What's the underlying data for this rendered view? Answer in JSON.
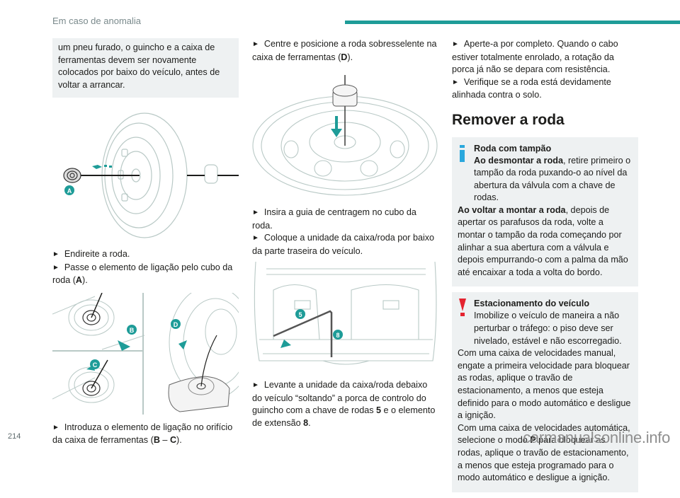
{
  "header": {
    "section_title": "Em caso de anomalia",
    "accent_color": "#1e9c98"
  },
  "column1": {
    "intro_box": "um pneu furado, o guincho e a caixa de ferramentas devem ser novamente colocados por baixo do veículo, antes de voltar a arrancar.",
    "figure1_label": "A",
    "step1": "Endireite a roda.",
    "step2_prefix": "Passe o elemento de ligação pelo cubo da roda (",
    "step2_bold": "A",
    "step2_suffix": ").",
    "figure2_labels": [
      "B",
      "C",
      "D"
    ],
    "step3_prefix": "Introduza o elemento de ligação no orifício da caixa de ferramentas (",
    "step3_bold1": "B",
    "step3_sep": " – ",
    "step3_bold2": "C",
    "step3_suffix": ")."
  },
  "column2": {
    "step1_prefix": "Centre e posicione a roda sobresselente na caixa de ferramentas (",
    "step1_bold": "D",
    "step1_suffix": ").",
    "step2": "Insira a guia de centragem no cubo da roda.",
    "step3": "Coloque a unidade da caixa/roda por baixo da parte traseira do veículo.",
    "figure2_labels": [
      "5",
      "8"
    ],
    "step4_prefix": "Levante a unidade da caixa/roda debaixo do veículo “soltando” a porca de controlo do guincho com a chave de rodas ",
    "step4_bold1": "5",
    "step4_mid": " e o elemento de extensão ",
    "step4_bold2": "8",
    "step4_suffix": "."
  },
  "column3": {
    "step1": "Aperte-a por completo. Quando o cabo estiver totalmente enrolado, a rotação da porca já não se depara com resistência.",
    "step2": "Verifique se a roda está devidamente alinhada contra o solo.",
    "heading": "Remover a roda",
    "info_note": {
      "icon": "info-icon",
      "title": "Roda com tampão",
      "p1_bold": "Ao desmontar a roda",
      "p1_rest": ", retire primeiro o tampão da roda puxando-o ao nível da abertura da válvula com a chave de rodas.",
      "p2_bold": "Ao voltar a montar a roda",
      "p2_rest": ", depois de apertar os parafusos da roda, volte a montar o tampão da roda começando por alinhar a sua abertura com a válvula e depois empurrando-o com a palma da mão até encaixar a toda a volta do bordo."
    },
    "warning_note": {
      "icon": "warning-icon",
      "title": "Estacionamento do veículo",
      "p1": "Imobilize o veículo de maneira a não perturbar o tráfego: o piso deve ser nivelado, estável e não escorregadio.",
      "p2": "Com uma caixa de velocidades manual, engate a primeira velocidade para bloquear as rodas, aplique o travão de estacionamento, a menos que esteja definido para o modo automático e desligue a ignição.",
      "p3_prefix": "Com uma caixa de velocidades automática, selecione o modo ",
      "p3_bold": "P",
      "p3_rest": " para bloquear as rodas, aplique o travão de estacionamento, a menos que esteja programado para o modo automático e desligue a ignição."
    }
  },
  "footer": {
    "page_number": "214",
    "watermark": "carmanualsonline.info"
  }
}
